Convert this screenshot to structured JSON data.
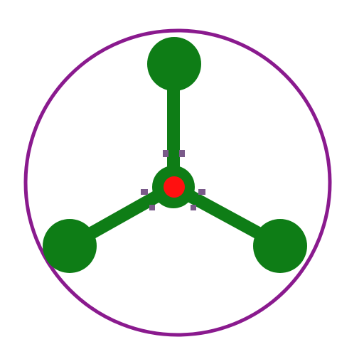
{
  "diagram": {
    "kind": "three-arm molecule in enclosing circle",
    "colors": {
      "background": "#ffffff",
      "ring": "#8a1a8e",
      "arm": "#0e7d16",
      "center": "#ff1010",
      "joint": "#7a5a8a"
    },
    "arms": [
      {
        "label": "",
        "direction": "up"
      },
      {
        "label": "",
        "direction": "lower-left"
      },
      {
        "label": "",
        "direction": "lower-right"
      }
    ],
    "center_label": ""
  }
}
